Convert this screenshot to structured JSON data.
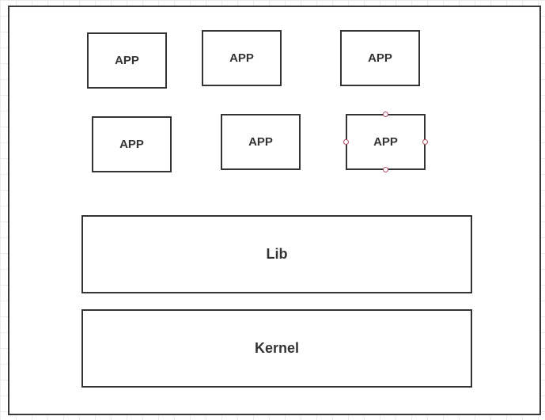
{
  "diagram": {
    "apps": [
      {
        "label": "APP"
      },
      {
        "label": "APP"
      },
      {
        "label": "APP"
      },
      {
        "label": "APP"
      },
      {
        "label": "APP"
      },
      {
        "label": "APP",
        "selected": true
      }
    ],
    "lib": {
      "label": "Lib"
    },
    "kernel": {
      "label": "Kernel"
    },
    "colors": {
      "stroke": "#333333",
      "selection_handle": "#b05060",
      "grid": "#ececec"
    }
  }
}
